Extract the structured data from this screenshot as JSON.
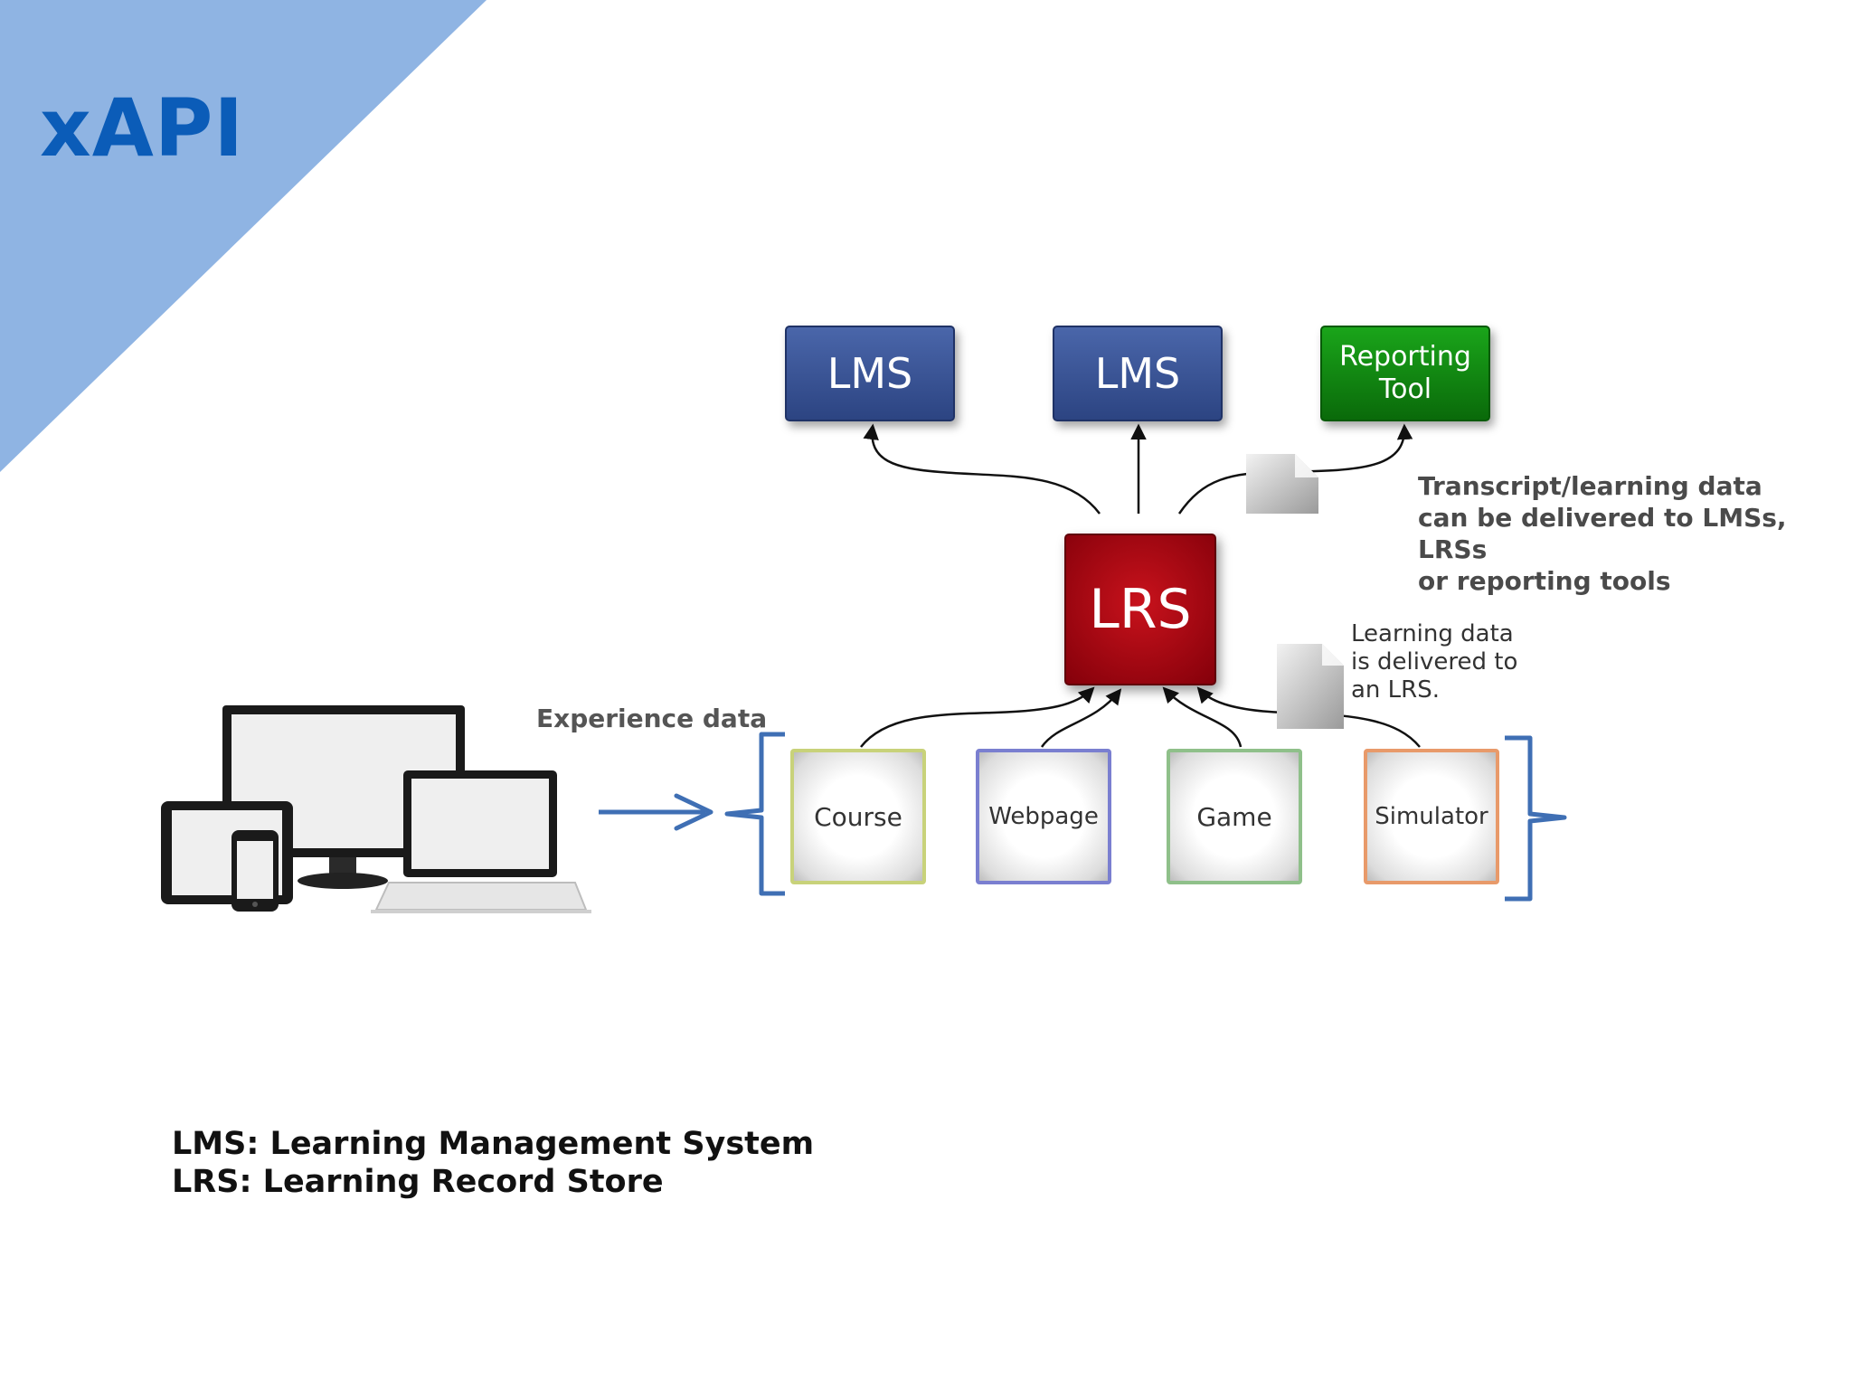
{
  "title": "xAPI",
  "destinations": [
    {
      "label": "LMS"
    },
    {
      "label": "LMS"
    },
    {
      "label": "Reporting\nTool"
    }
  ],
  "store": {
    "label": "LRS"
  },
  "sources": [
    {
      "label": "Course"
    },
    {
      "label": "Webpage"
    },
    {
      "label": "Game"
    },
    {
      "label": "Simulator"
    }
  ],
  "notes": {
    "transcript": "Transcript/learning data\ncan be delivered to LMSs, LRSs\nor reporting tools",
    "learning": "Learning data\nis delivered to\nan LRS."
  },
  "experience_label": "Experience data",
  "legend": "LMS: Learning Management System\nLRS: Learning Record Store",
  "colors": {
    "corner": "#8fb4e3",
    "title": "#0b5cb8",
    "lms": "#34508f",
    "reporting": "#118a11",
    "lrs": "#a00812",
    "bracket": "#3f6fb4",
    "arrow": "#3f6fb4"
  },
  "icons": [
    "devices-icon",
    "document-icon",
    "arrow-right-icon",
    "bracket-icon"
  ]
}
